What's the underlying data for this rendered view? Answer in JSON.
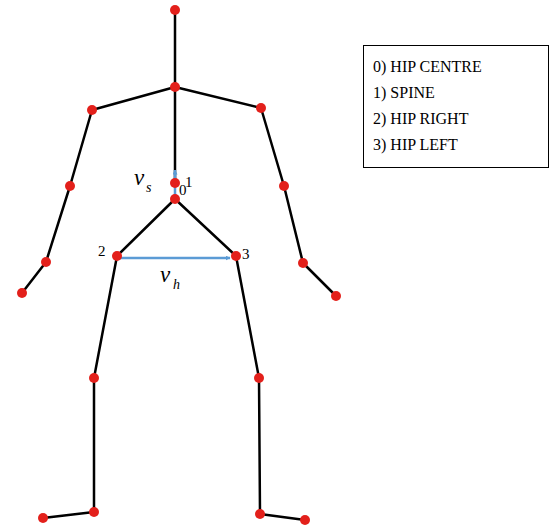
{
  "diagram": {
    "nodes": [
      {
        "text": [
          "0) HIP CENTRE",
          "1) SPINE",
          "2) HIP RIGHT",
          "3) HIP LEFT"
        ]
      }
    ],
    "labels": [
      "1",
      "0",
      "2",
      "3",
      "v",
      "s",
      "v",
      "h"
    ]
  }
}
